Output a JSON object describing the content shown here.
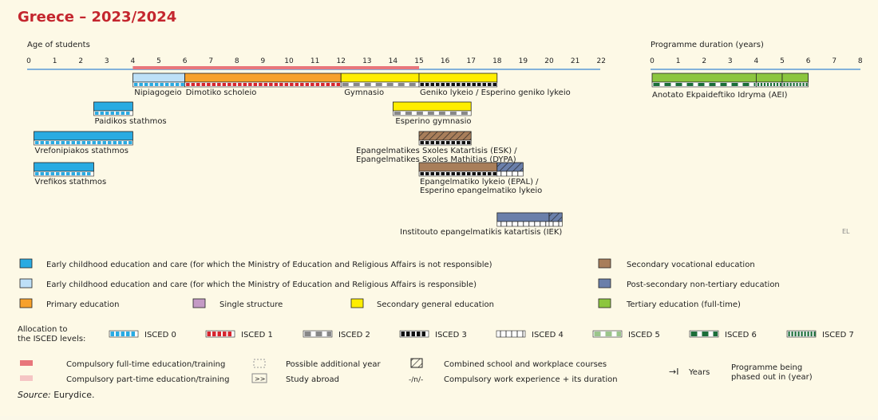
{
  "title": "Greece – 2023/2024",
  "age_axis": {
    "label": "Age of students",
    "ticks": [
      "0",
      "1",
      "2",
      "3",
      "4",
      "5",
      "6",
      "7",
      "8",
      "9",
      "10",
      "11",
      "12",
      "13",
      "14",
      "15",
      "16",
      "17",
      "18",
      "19",
      "20",
      "21",
      "22"
    ]
  },
  "dur_axis": {
    "label": "Programme duration (years)",
    "ticks": [
      "0",
      "1",
      "2",
      "3",
      "4",
      "5",
      "6",
      "7",
      "8"
    ]
  },
  "country_code": "EL",
  "colors": {
    "ecec_non": "#29abe2",
    "ecec_min": "#bde0f7",
    "primary": "#f7a12b",
    "single": "#c49ac5",
    "sec_general": "#ffee00",
    "sec_voc": "#a87e5a",
    "post_sec": "#6a7faa",
    "tertiary": "#8cc63f",
    "compulsory_ft": "#e8767b",
    "compulsory_pt": "#f5c5c4"
  },
  "programmes": [
    {
      "id": "nipiagogeio",
      "label": "Nipiagogeio",
      "start": 4,
      "end": 6,
      "row": 0,
      "color": "ecec_min",
      "pattern": "isced0"
    },
    {
      "id": "dimotiko",
      "label": "Dimotiko scholeio",
      "start": 6,
      "end": 12,
      "row": 0,
      "color": "primary",
      "pattern": "isced1"
    },
    {
      "id": "gymnasio",
      "label": "Gymnasio",
      "start": 12,
      "end": 15,
      "row": 0,
      "color": "sec_general",
      "pattern": "isced2"
    },
    {
      "id": "geniko",
      "label": "Geniko lykeio / Esperino geniko lykeio",
      "start": 15,
      "end": 18,
      "row": 0,
      "color": "sec_general",
      "pattern": "isced3"
    },
    {
      "id": "paidikos",
      "label": "Paidikos stathmos",
      "start": 2.5,
      "end": 4,
      "row": 1,
      "color": "ecec_non",
      "pattern": "isced0"
    },
    {
      "id": "esperino_gym",
      "label": "Esperino gymnasio",
      "start": 14,
      "end": 17,
      "row": 1,
      "color": "sec_general",
      "pattern": "isced2"
    },
    {
      "id": "vrefonipiakos",
      "label": "Vrefonipiakos stathmos",
      "start": 0.2,
      "end": 4,
      "row": 2,
      "color": "ecec_non",
      "pattern": "isced0"
    },
    {
      "id": "esk",
      "label": "Epangelmatikes Sxoles Katartisis (ESK) /",
      "label2": "Epangelmatikes Sxoles Mathitias (DYPA)",
      "start": 15,
      "end": 17,
      "row": 2,
      "color": "sec_voc",
      "pattern": "isced3",
      "hatch": true
    },
    {
      "id": "vrefikos",
      "label": "Vrefikos stathmos",
      "start": 0.2,
      "end": 2.5,
      "row": 3,
      "color": "ecec_non",
      "pattern": "isced0"
    },
    {
      "id": "epal",
      "label": "Epangelmatiko lykeio (EPAL) /",
      "label2": "Esperino epangelmatiko lykeio",
      "start": 15,
      "end": 18,
      "row": 3,
      "color": "sec_voc",
      "pattern": "isced3",
      "extra": {
        "start": 18,
        "end": 19,
        "color": "post_sec",
        "pattern": "isced4",
        "hatch": true
      }
    },
    {
      "id": "iek",
      "label": "Institouto epangelmatikis katartisis (IEK)",
      "start": 18,
      "end": 20,
      "row": 4,
      "color": "post_sec",
      "pattern": "isced4",
      "extra": {
        "start": 20,
        "end": 20.5,
        "color": "post_sec",
        "pattern": "isced4",
        "hatch": true
      }
    }
  ],
  "tertiary": {
    "label": "Anotato Ekpaideftiko Idryma (AEI)",
    "segments": [
      {
        "start": 0,
        "end": 4,
        "pattern": "isced6"
      },
      {
        "start": 4,
        "end": 5,
        "pattern": "isced7"
      },
      {
        "start": 5,
        "end": 6,
        "pattern": "isced7"
      }
    ]
  },
  "compulsory": {
    "start": 4,
    "end": 15
  },
  "legend_levels": [
    {
      "color": "ecec_non",
      "text": "Early childhood education and care (for which the Ministry of Education and Religious Affairs is not responsible)"
    },
    {
      "color": "sec_voc",
      "text": "Secondary vocational education"
    },
    {
      "color": "ecec_min",
      "text": "Early childhood education and care (for which the Ministry of Education and Religious Affairs is responsible)"
    },
    {
      "color": "post_sec",
      "text": "Post-secondary non-tertiary education"
    },
    {
      "color": "primary",
      "text": "Primary education"
    },
    {
      "color": "single",
      "text": "Single structure"
    },
    {
      "color": "sec_general",
      "text": "Secondary general education"
    },
    {
      "color": "tertiary",
      "text": "Tertiary education (full-time)"
    }
  ],
  "isced_label": [
    "Allocation to",
    "the ISCED levels:"
  ],
  "isced": [
    {
      "pattern": "isced0",
      "text": "ISCED 0"
    },
    {
      "pattern": "isced1",
      "text": "ISCED 1"
    },
    {
      "pattern": "isced2",
      "text": "ISCED 2"
    },
    {
      "pattern": "isced3",
      "text": "ISCED 3"
    },
    {
      "pattern": "isced4",
      "text": "ISCED 4"
    },
    {
      "pattern": "isced5",
      "text": "ISCED 5"
    },
    {
      "pattern": "isced6",
      "text": "ISCED 6"
    },
    {
      "pattern": "isced7",
      "text": "ISCED 7"
    }
  ],
  "footer": {
    "compulsory_ft": "Compulsory full-time education/training",
    "compulsory_pt": "Compulsory part-time education/training",
    "additional_year": "Possible additional year",
    "study_abroad": "Study abroad",
    "study_abroad_symbol": ">>",
    "combined": "Combined school and workplace courses",
    "work_exp_symbol": "-/n/-",
    "work_exp": "Compulsory work experience + its duration",
    "years_symbol": "→I",
    "years": "Years",
    "phased_out": [
      "Programme being",
      "phased out in (year)"
    ],
    "source_label": "Source:",
    "source": " Eurydice."
  }
}
